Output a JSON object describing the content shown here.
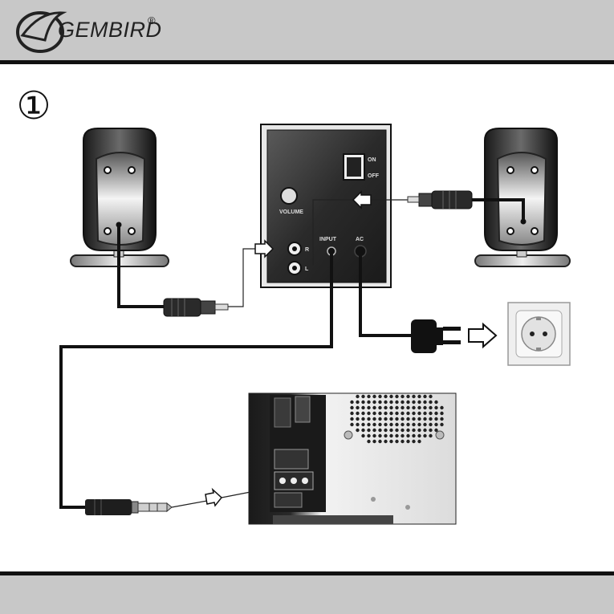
{
  "header": {
    "brand": "GEMBIRD",
    "registered_mark": "®"
  },
  "step": {
    "number": "①"
  },
  "amplifier": {
    "switch_on_label": "ON",
    "switch_off_label": "OFF",
    "volume_label": "VOLUME",
    "input_label": "INPUT",
    "ac_label": "AC",
    "channel_r_label": "R",
    "channel_l_label": "L"
  },
  "colors": {
    "header_bg": "#c8c8c8",
    "panel_bg": "#3a3a3a",
    "cable": "#111111"
  }
}
